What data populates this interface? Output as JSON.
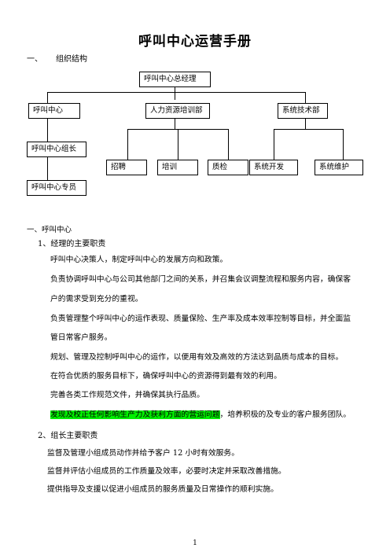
{
  "title": "呼叫中心运营手册",
  "section1": {
    "num": "一、",
    "label": "组织结构"
  },
  "org": {
    "ceo": "呼叫中心总经理",
    "callcenter": "呼叫中心",
    "hr": "人力资源培训部",
    "tech": "系统技术部",
    "leader": "呼叫中心组长",
    "agent": "呼叫中心专员",
    "recruit": "招聘",
    "training": "培训",
    "qc": "质检",
    "dev": "系统开发",
    "maint": "系统维护"
  },
  "section2": "一、呼叫中心",
  "sub1": "1、经理的主要职责",
  "manager_duties": [
    "呼叫中心决策人，制定呼叫中心的发展方向和政策。",
    "负责协调呼叫中心与公司其他部门之间的关系，并召集会议调整流程和服务内容，确保客",
    "户的需求受到充分的重视。",
    "负责管理整个呼叫中心的运作表现、质量保险、生产率及成本效率控制等目标，并全面监",
    "管日常客户服务。",
    "规划、管理及控制呼叫中心的运作，以便用有效及高效的方法达到品质与成本的目标。",
    "在符合优质的服务目标下，确保呼叫中心的资源得到最有效的利用。",
    "完善各类工作规范文件，并确保其执行品质。"
  ],
  "highlight_line": {
    "highlighted": "发现及校正任何影响生产力及获利方面的营运问题",
    "rest": "，培养积极的及专业的客户服务团队。"
  },
  "sub2": "2、组长主要职责",
  "leader_duties": [
    "监督及管理小组成员动作并给予客户 12 小时有效服务。",
    "监督并评估小组成员的工作质量及效率，必要时决定并采取改善措施。",
    "提供指导及支援以促进小组成员的服务质量及日常操作的顺利实施。"
  ],
  "page_number": "1"
}
